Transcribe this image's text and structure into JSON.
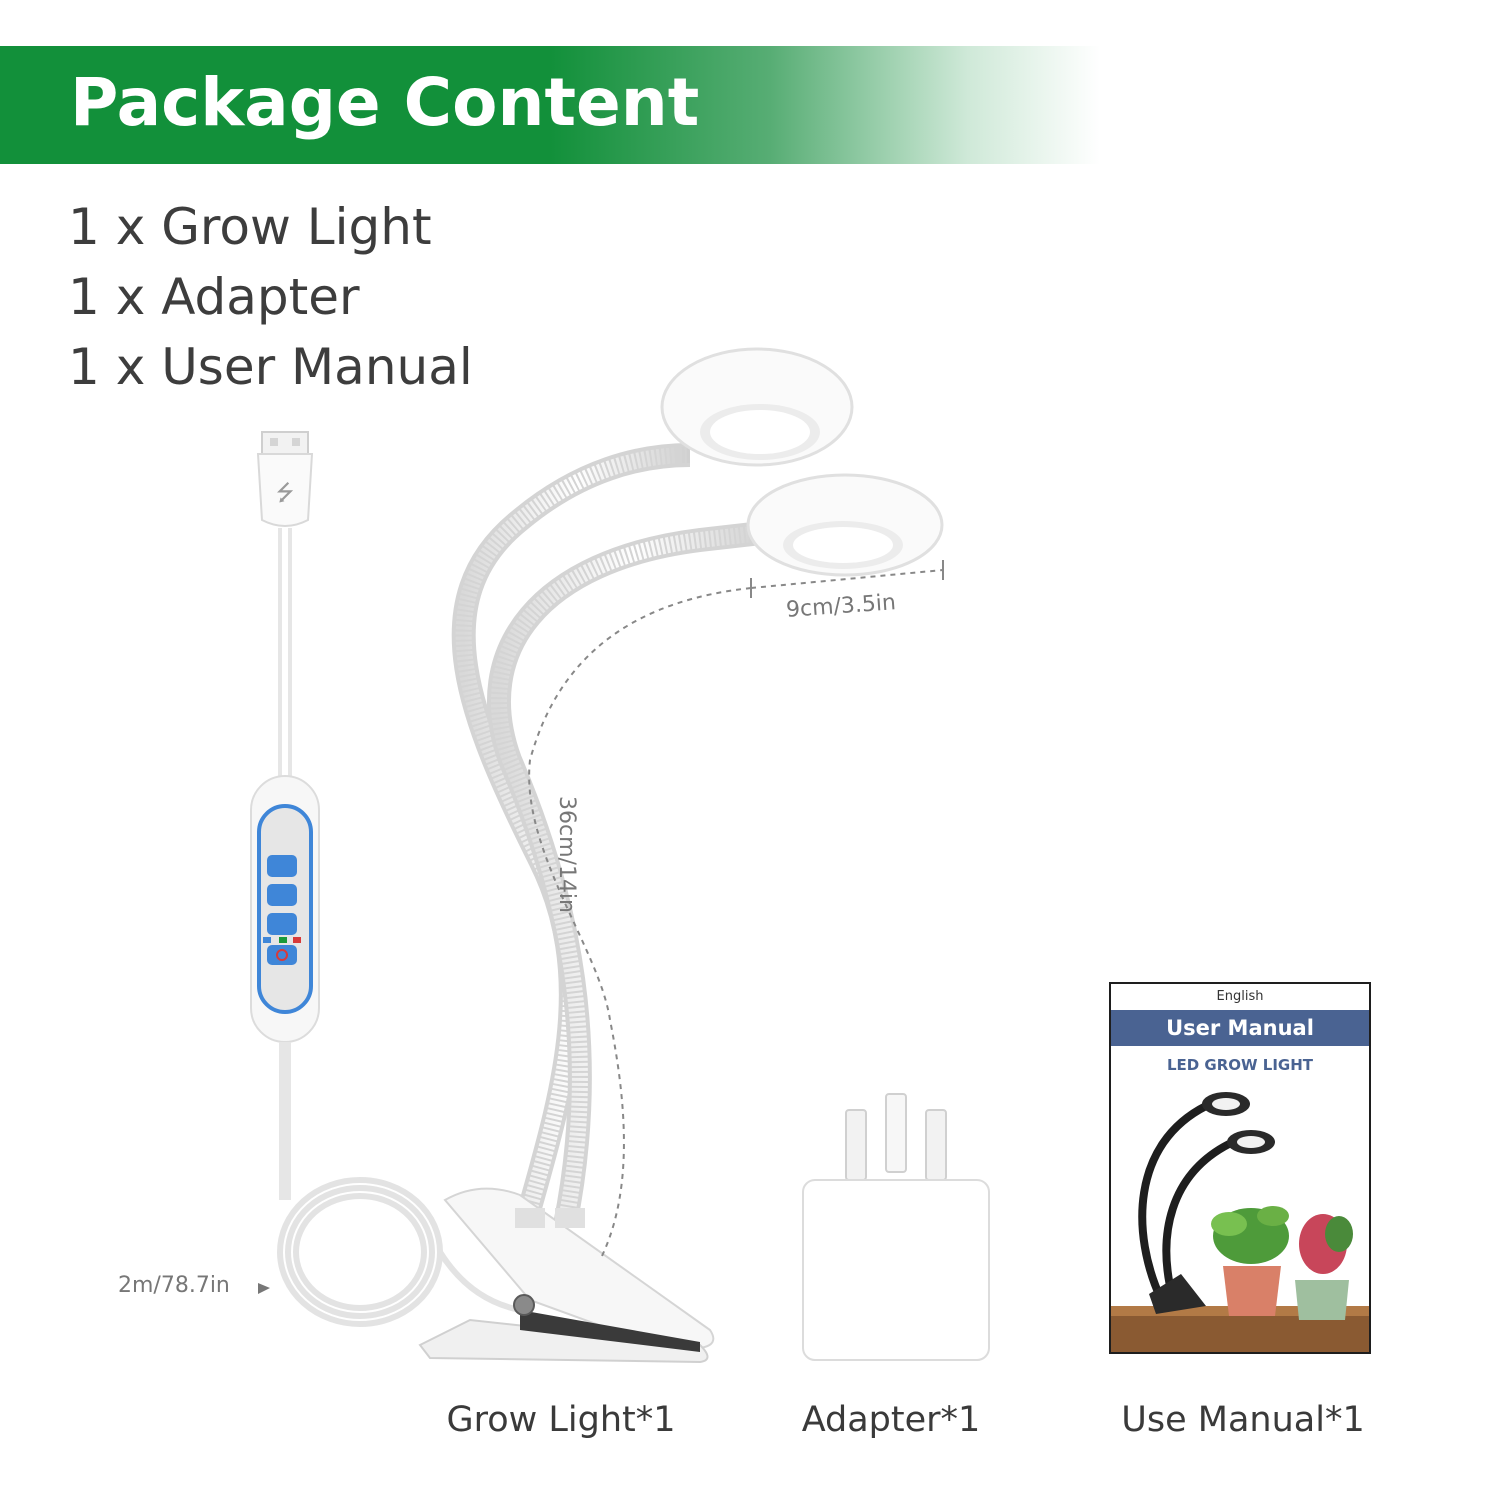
{
  "header": {
    "title": "Package Content"
  },
  "contents": [
    "1 x Grow Light",
    "1 x Adapter",
    "1 x User Manual"
  ],
  "dimensions": {
    "ring_diameter": "9cm/3.5in",
    "gooseneck_length": "36cm/14in",
    "cable_length": "2m/78.7in"
  },
  "captions": {
    "grow_light": "Grow Light*1",
    "adapter": "Adapter*1",
    "manual": "Use Manual*1"
  },
  "manual_cover": {
    "language": "English",
    "title": "User Manual",
    "subtitle": "LED GROW LIGHT"
  },
  "colors": {
    "banner_green": "#12903a",
    "manual_band": "#4a6392",
    "remote_accent": "#3f86d8"
  }
}
